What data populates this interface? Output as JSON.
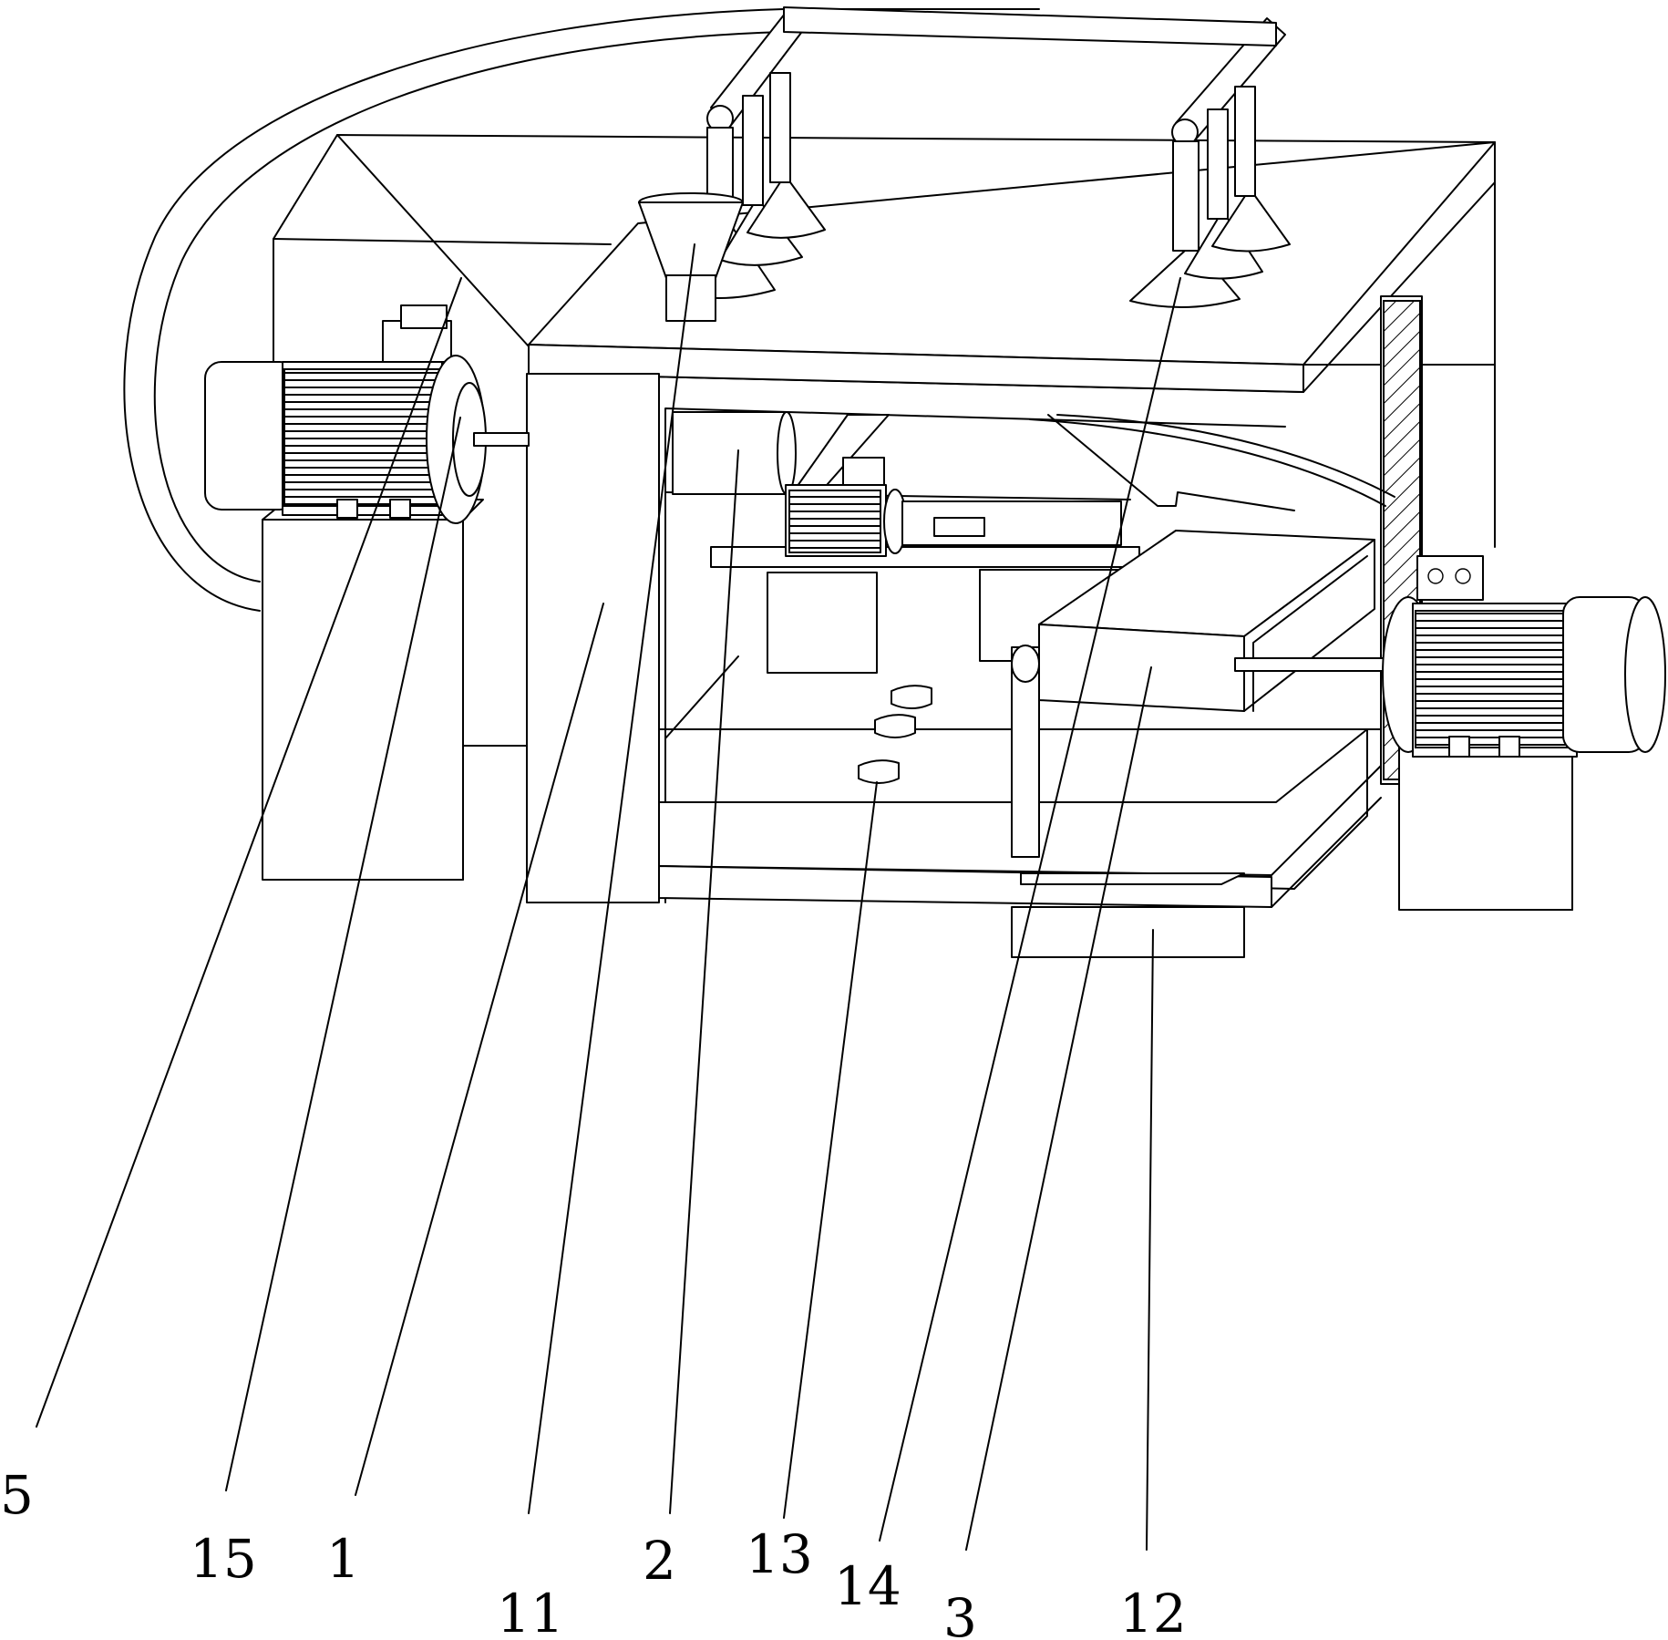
{
  "callouts": {
    "c5": "5",
    "c15": "15",
    "c1": "1",
    "c11": "11",
    "c2": "2",
    "c13": "13",
    "c14": "14",
    "c3": "3",
    "c12": "12"
  }
}
